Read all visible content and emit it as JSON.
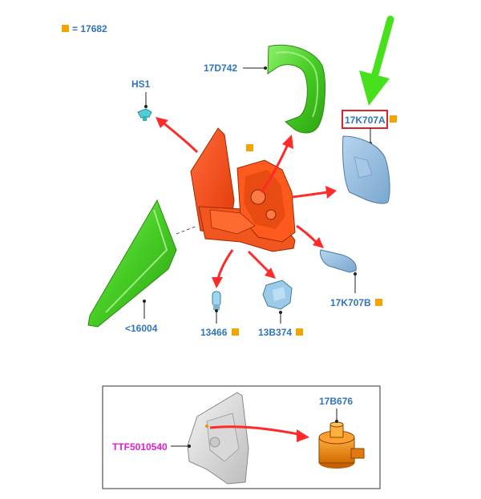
{
  "legend": {
    "marker_color": "#f5a300",
    "text": "= 17682"
  },
  "labels": {
    "hs1": "HS1",
    "p17d742": "17D742",
    "p17k707a": "17K707A",
    "p17k707b": "17K707B",
    "p16004": "<16004",
    "p13466": "13466",
    "p13b374": "13B374",
    "pttf": "TTF5010540",
    "p17b676": "17B676"
  },
  "icons": {
    "orange_marker": "square-marker",
    "green_pointer": "green-arrow-icon"
  },
  "colors": {
    "label_blue": "#2f74c0",
    "label_magenta": "#e020c8",
    "marker_orange": "#f5a300",
    "mirror_body": "#ff4a14",
    "cover_green": "#4dd12a",
    "glass_blue": "#8fb9dc",
    "highlight_red": "#e0232a",
    "motor_orange": "#f08a10"
  }
}
